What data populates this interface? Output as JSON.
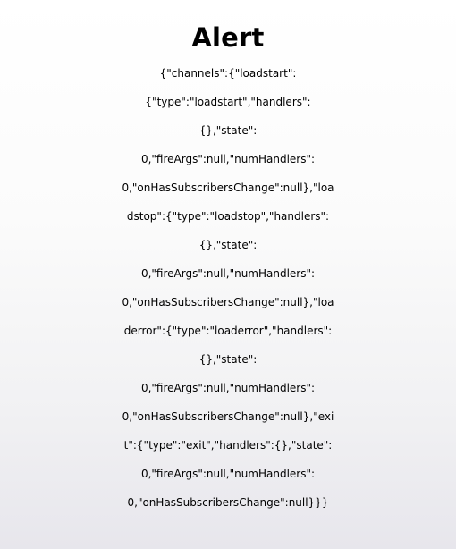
{
  "alert": {
    "title": "Alert",
    "message_lines": [
      "{\"channels\":{\"loadstart\":",
      "{\"type\":\"loadstart\",\"handlers\":",
      "{},\"state\":",
      "0,\"fireArgs\":null,\"numHandlers\":",
      "0,\"onHasSubscribersChange\":null},\"loa",
      "dstop\":{\"type\":\"loadstop\",\"handlers\":",
      "{},\"state\":",
      "0,\"fireArgs\":null,\"numHandlers\":",
      "0,\"onHasSubscribersChange\":null},\"loa",
      "derror\":{\"type\":\"loaderror\",\"handlers\":",
      "{},\"state\":",
      "0,\"fireArgs\":null,\"numHandlers\":",
      "0,\"onHasSubscribersChange\":null},\"exi",
      "t\":{\"type\":\"exit\",\"handlers\":{},\"state\":",
      "0,\"fireArgs\":null,\"numHandlers\":",
      "0,\"onHasSubscribersChange\":null}}}"
    ]
  },
  "colors": {
    "text": "#000000",
    "background_top": "#ffffff",
    "background_bottom": "#e7e6ec"
  }
}
